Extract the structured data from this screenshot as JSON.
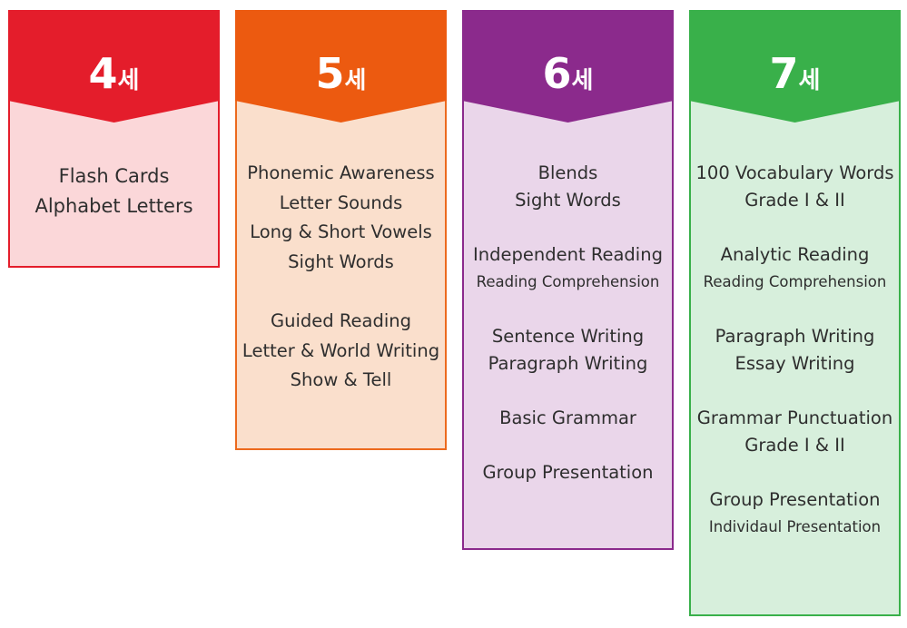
{
  "cards": [
    {
      "number": "4",
      "unit": "세",
      "colors": {
        "head": "#e41d2b",
        "body": "#fbd7d9",
        "border": "#e41d2b"
      },
      "lines": [
        "Flash Cards",
        "Alphabet Letters"
      ]
    },
    {
      "number": "5",
      "unit": "세",
      "colors": {
        "head": "#ec5a10",
        "body": "#fadfcc",
        "border": "#ec6a1e"
      },
      "lines": [
        "Phonemic Awareness",
        "Letter Sounds",
        "Long & Short Vowels",
        "Sight Words",
        "Guided Reading",
        "Letter & World Writing",
        "Show & Tell"
      ]
    },
    {
      "number": "6",
      "unit": "세",
      "colors": {
        "head": "#8b2a8c",
        "body": "#ead6ea",
        "border": "#8b2a8c"
      },
      "lines": [
        "Blends",
        "Sight Words",
        "Independent Reading",
        "Reading Comprehension",
        "Sentence Writing",
        "Paragraph Writing",
        "Basic Grammar",
        "Group Presentation"
      ]
    },
    {
      "number": "7",
      "unit": "세",
      "colors": {
        "head": "#39b04a",
        "body": "#d7efdc",
        "border": "#39b04a"
      },
      "lines": [
        "100 Vocabulary Words",
        "Grade I & II",
        "Analytic Reading",
        "Reading Comprehension",
        "Paragraph Writing",
        "Essay Writing",
        "Grammar Punctuation",
        "Grade I & II",
        "Group Presentation",
        "Individaul Presentation"
      ]
    }
  ]
}
